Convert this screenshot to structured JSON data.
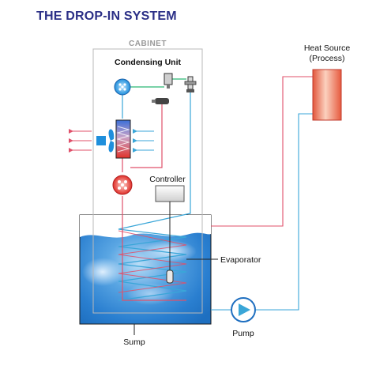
{
  "title": "THE DROP-IN SYSTEM",
  "labels": {
    "cabinet": "CABINET",
    "condensing_unit": "Condensing Unit",
    "controller": "Controller",
    "evaporator": "Evaporator",
    "sump": "Sump",
    "pump": "Pump",
    "heat_source_line1": "Heat Source",
    "heat_source_line2": "(Process)"
  },
  "colors": {
    "title": "#2b2f86",
    "hot_line": "#e0506a",
    "cold_line": "#3aa6d8",
    "refrigerant_line": "#2bb673",
    "sump_water": "#3d8fd6",
    "cabinet_border": "#b8b8b8",
    "heat_source": "#f08a6c"
  },
  "icons": {
    "compressor": "compressor-icon",
    "fan": "fan-icon",
    "condenser": "condenser-icon",
    "receiver": "receiver-icon",
    "valve": "expansion-valve-icon",
    "pump": "pump-icon"
  }
}
